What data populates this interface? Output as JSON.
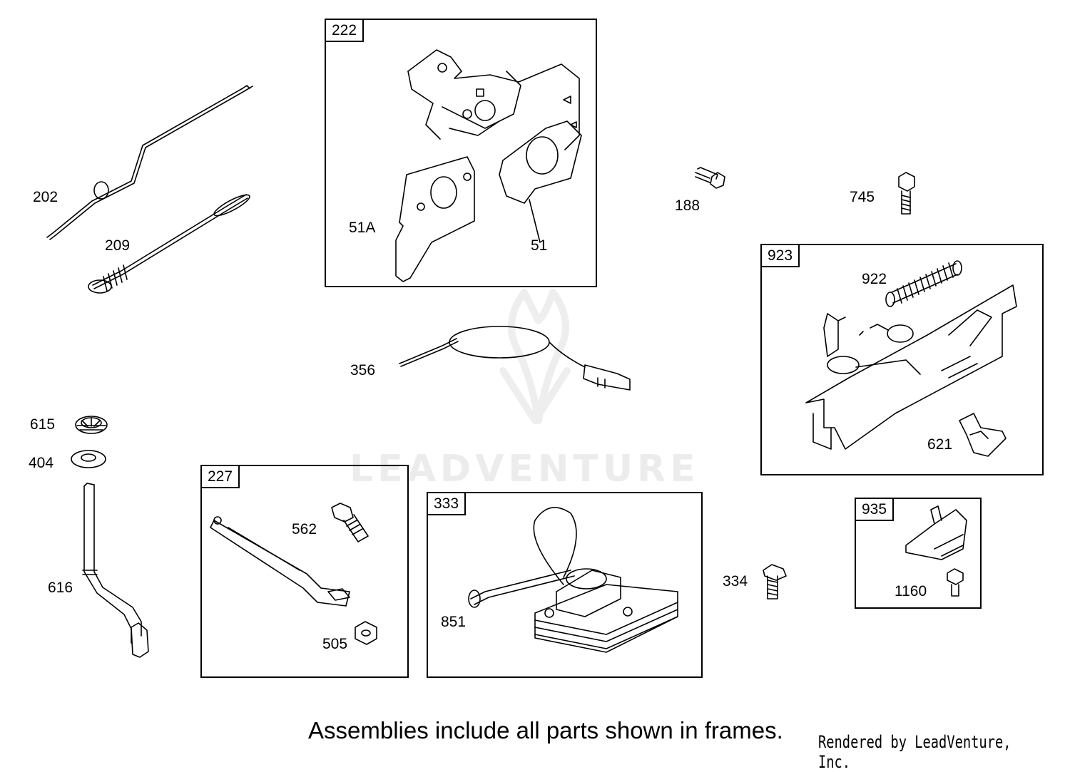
{
  "watermark": "LEADVENTURE",
  "footer_note": "Assemblies include all parts shown in frames.",
  "credit": "Rendered by LeadVenture, Inc.",
  "frames": {
    "f222": "222",
    "f923": "923",
    "f227": "227",
    "f333": "333",
    "f935": "935"
  },
  "parts": {
    "p202": "202",
    "p209": "209",
    "p51A": "51A",
    "p51": "51",
    "p188": "188",
    "p745": "745",
    "p922": "922",
    "p621": "621",
    "p356": "356",
    "p615": "615",
    "p404": "404",
    "p616": "616",
    "p562": "562",
    "p505": "505",
    "p851": "851",
    "p334": "334",
    "p1160": "1160"
  }
}
